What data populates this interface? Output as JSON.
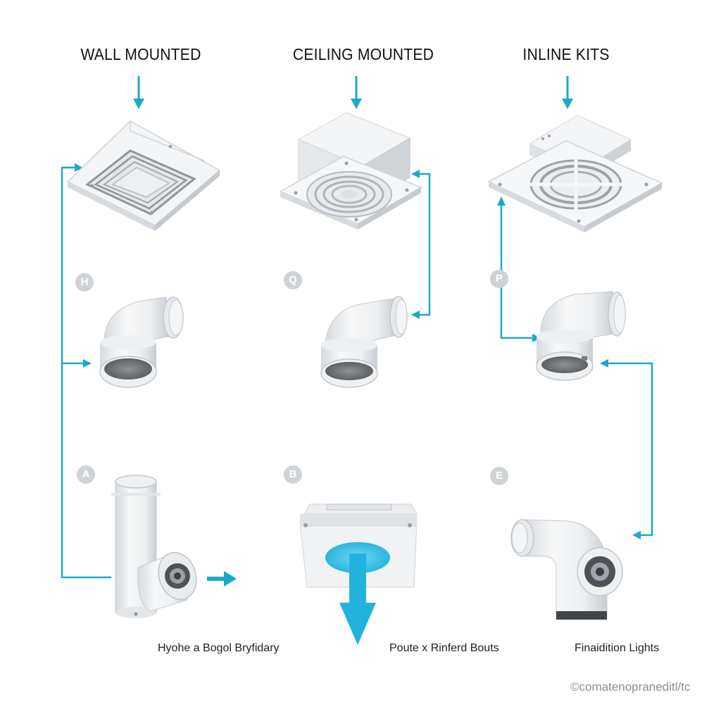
{
  "headers": {
    "wall": "WALL MOUNTED",
    "ceiling": "CEILING MOUNTED",
    "inline": "INLINE KITS"
  },
  "badges": {
    "h": "H",
    "q": "Q",
    "p": "P",
    "a": "A",
    "b": "B",
    "e": "E"
  },
  "captions": {
    "left": "Hyohe a Bogol Bryfidary",
    "middle": "Poute x Rinferd Bouts",
    "right": "Finaidition Lights"
  },
  "watermark": "©comatenopraneditl/tc",
  "colors": {
    "accent": "#1aa9c9",
    "accent_bright": "#22c3e6",
    "housing": "#f1f3f5",
    "housing_shade": "#d9dde1",
    "badge": "#cfd3d6"
  },
  "icons": {
    "wall_unit": "square-grille-vent-icon",
    "ceiling_unit": "box-fan-round-grille-icon",
    "inline_unit": "flat-plate-round-grille-icon",
    "elbow": "pipe-elbow-icon",
    "tee": "pipe-tee-with-fan-icon",
    "panel": "panel-with-airflow-icon",
    "elbow_fan": "elbow-with-inline-fan-icon"
  }
}
